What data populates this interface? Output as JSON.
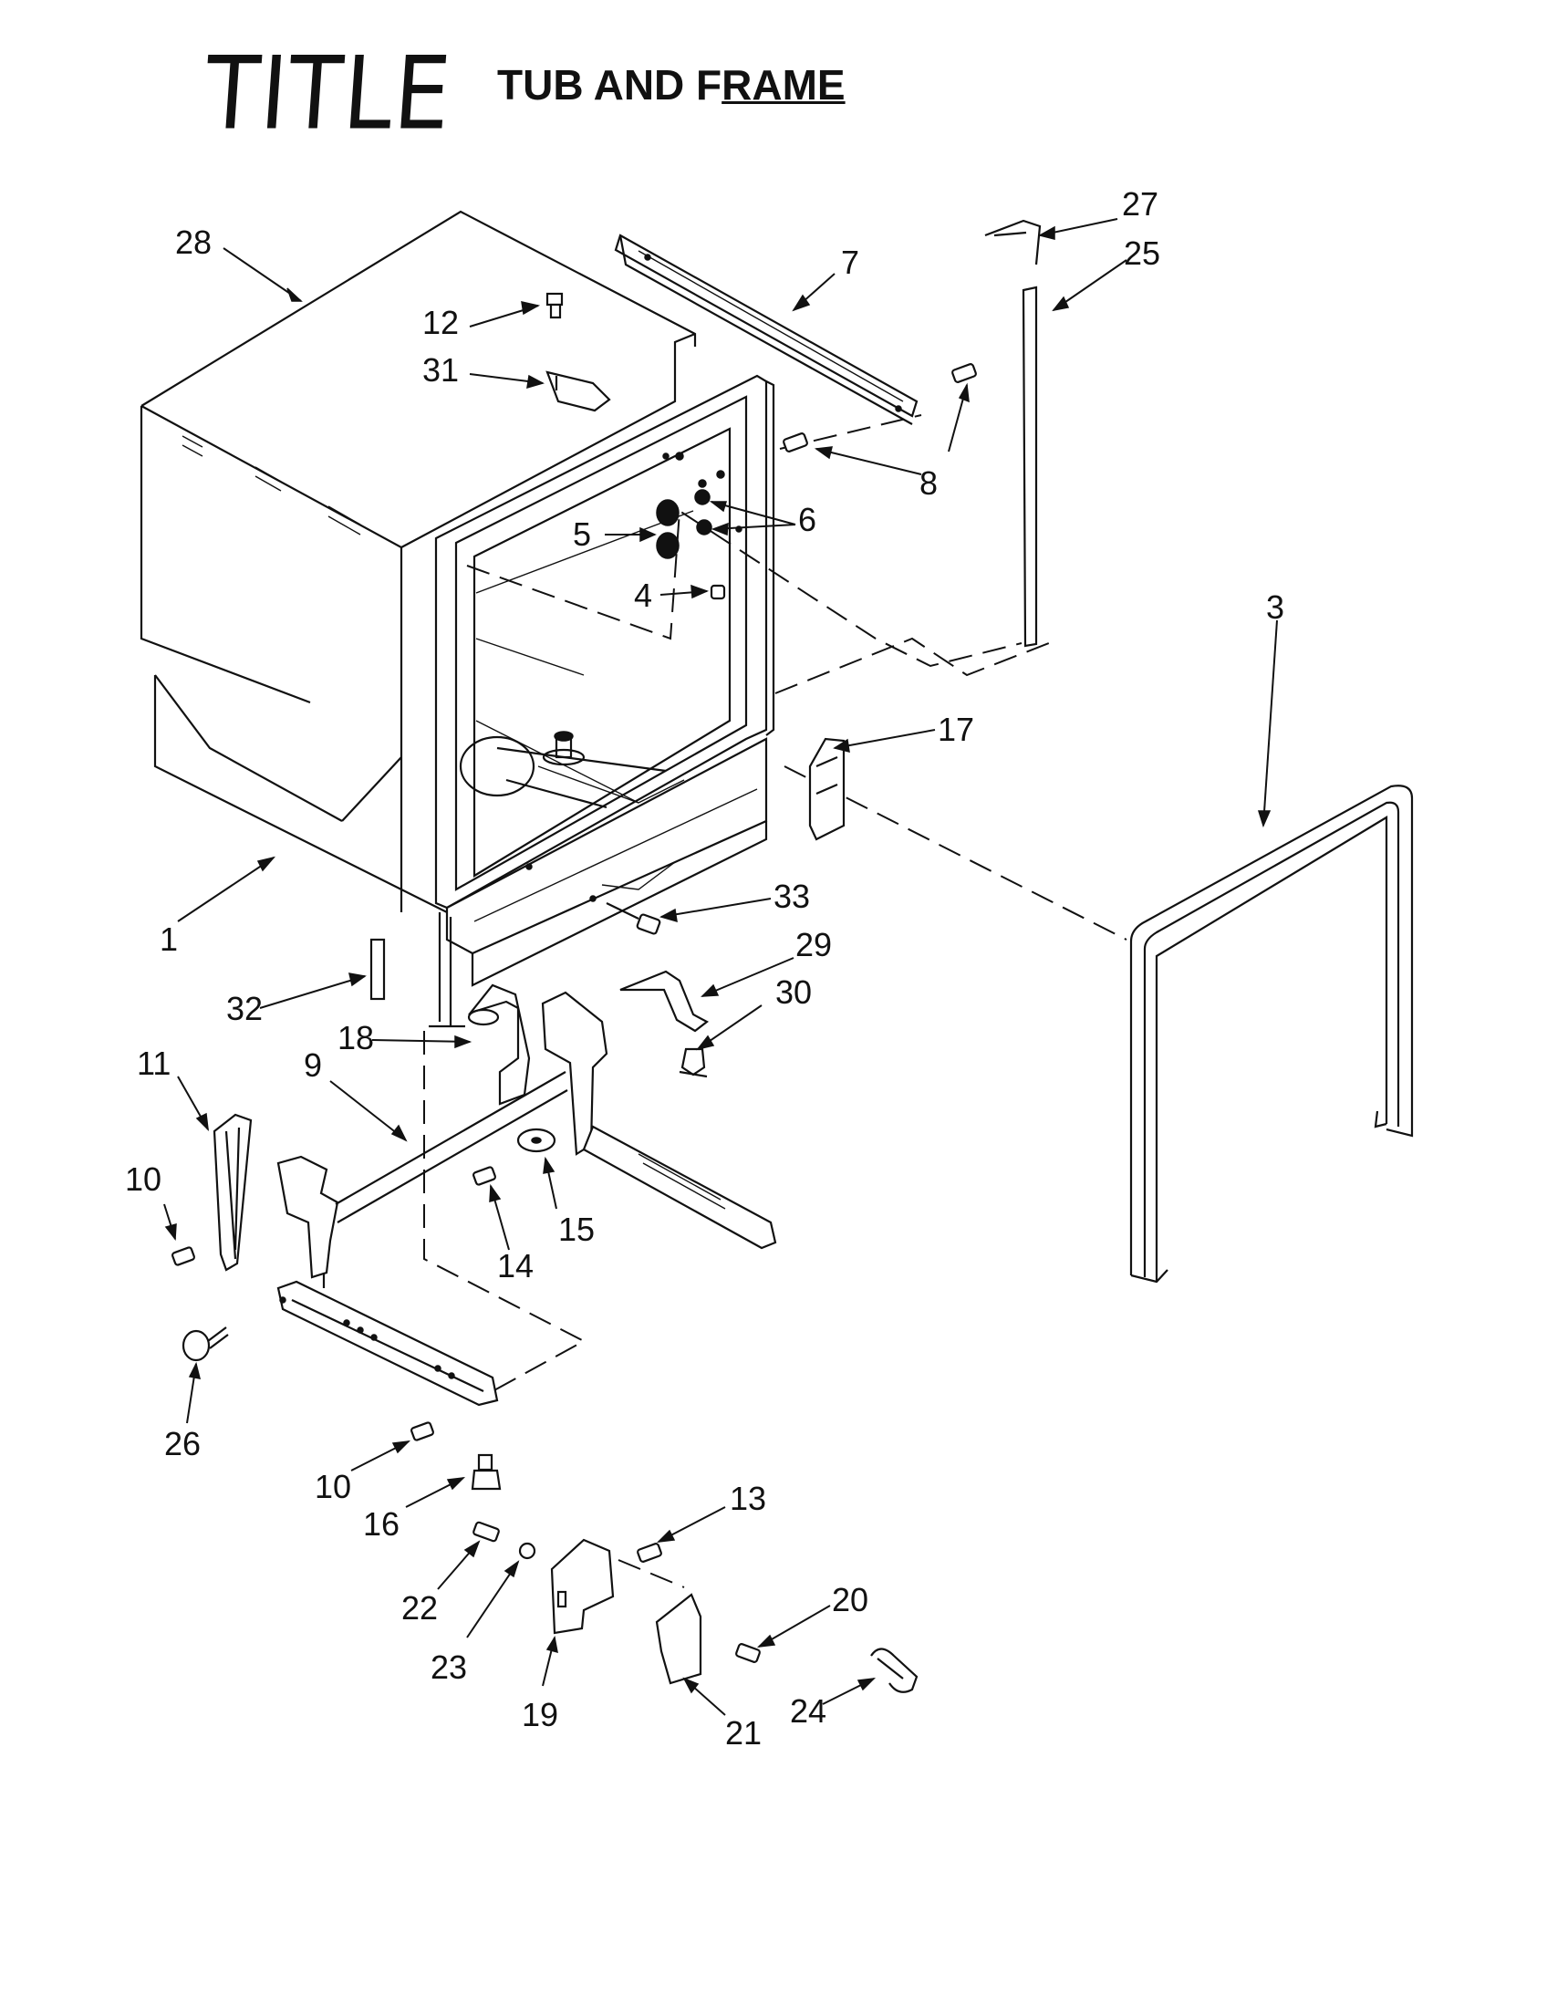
{
  "header": {
    "handwritten_label": "TITLE",
    "title_plain": "TUB AND F",
    "title_underlined": "RAME"
  },
  "callouts": [
    "1",
    "3",
    "4",
    "5",
    "6",
    "7",
    "8",
    "9",
    "10",
    "10",
    "11",
    "12",
    "13",
    "14",
    "15",
    "16",
    "17",
    "18",
    "19",
    "20",
    "21",
    "22",
    "23",
    "24",
    "25",
    "26",
    "27",
    "28",
    "29",
    "30",
    "31",
    "32",
    "33"
  ]
}
